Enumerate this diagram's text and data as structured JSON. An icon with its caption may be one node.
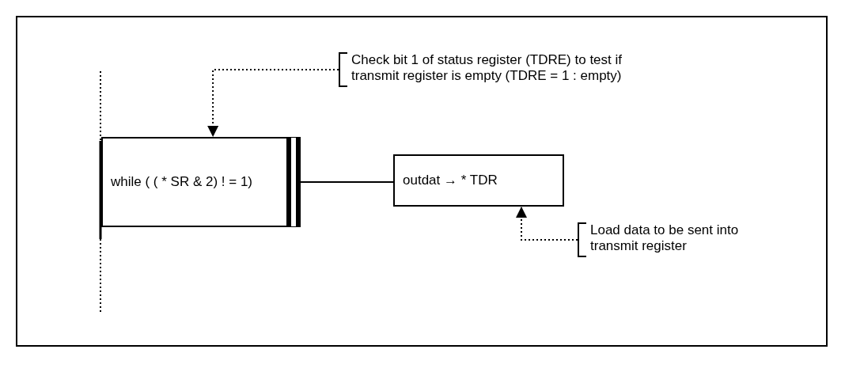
{
  "diagram": {
    "nodes": [
      {
        "text": [
          "Check bit 1 of status register (TDRE) to test if transmit register is empty (TDRE = 1 : empty)"
        ]
      },
      {
        "text": [
          "while ( ( * SR & 2) ! = 1)"
        ]
      },
      {
        "text": [
          "outdat → * TDR"
        ]
      },
      {
        "text": [
          "Load data to be sent into transmit register"
        ]
      }
    ],
    "edges": [
      {
        "from": 0,
        "to": 1,
        "arrow": "to",
        "style": "dashed"
      },
      {
        "from": 1,
        "to": 2,
        "arrow": "none"
      },
      {
        "from": 3,
        "to": 2,
        "arrow": "to",
        "style": "dashed"
      }
    ]
  }
}
